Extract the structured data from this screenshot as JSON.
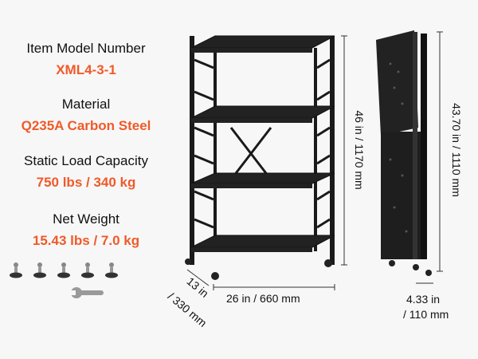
{
  "specs": [
    {
      "label": "Item Model Number",
      "value": "XML4-3-1"
    },
    {
      "label": "Material",
      "value": "Q235A Carbon Steel"
    },
    {
      "label": "Static Load Capacity",
      "value": "750 lbs / 340 kg"
    },
    {
      "label": "Net Weight",
      "value": "15.43 lbs / 7.0 kg"
    }
  ],
  "dimensions": {
    "height": "46 in / 1170 mm",
    "width": "26 in / 660 mm",
    "depth_a": "13 in",
    "depth_b": "/ 330 mm",
    "folded_height": "43.70 in / 1110 mm",
    "folded_depth_a": "4.33 in",
    "folded_depth_b": "/ 110 mm"
  },
  "colors": {
    "accent": "#f05a28",
    "frame": "#1a1a1a"
  }
}
